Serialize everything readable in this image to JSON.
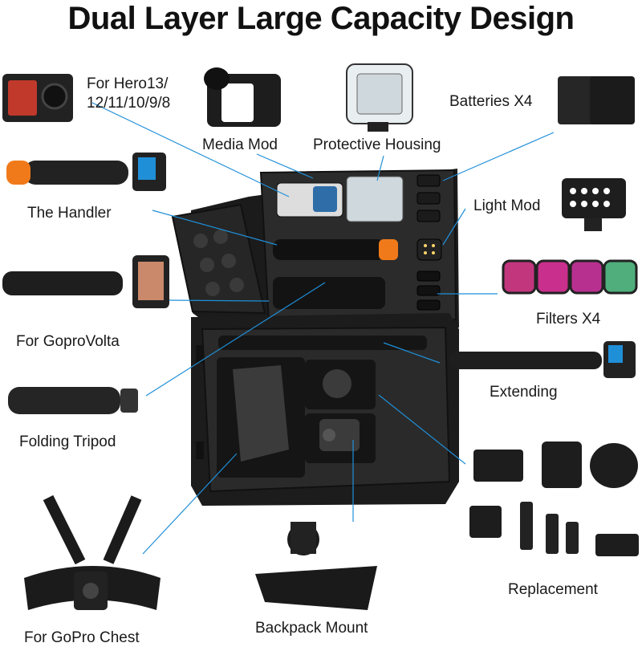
{
  "title": "Dual Layer Large Capacity Design",
  "labels": {
    "hero_line1": "For Hero13/",
    "hero_line2": "12/11/10/9/8",
    "media_mod": "Media Mod",
    "protective_housing": "Protective Housing",
    "batteries": "Batteries X4",
    "handler": "The Handler",
    "light_mod": "Light Mod",
    "volta": "For GoproVolta",
    "filters": "Filters X4",
    "extending": "Extending",
    "folding_tripod": "Folding Tripod",
    "chest": "For GoPro Chest",
    "backpack": "Backpack Mount",
    "replacement": "Replacement"
  },
  "colors": {
    "leader_line": "#1f8fd8",
    "case": "#1c1c1c",
    "foam": "#2a2a2a",
    "handler_orange": "#f07a1a",
    "filters": [
      "#c2367e",
      "#c92f8c",
      "#b8308f",
      "#4fae7c"
    ]
  },
  "icons": [
    "gopro-camera-icon",
    "media-mod-icon",
    "housing-icon",
    "battery-icon",
    "handler-icon",
    "light-mod-icon",
    "volta-grip-icon",
    "filter-icon",
    "extension-pole-icon",
    "folding-tripod-icon",
    "chest-mount-icon",
    "backpack-clip-icon",
    "replacement-parts-icon",
    "carrying-case-icon"
  ]
}
